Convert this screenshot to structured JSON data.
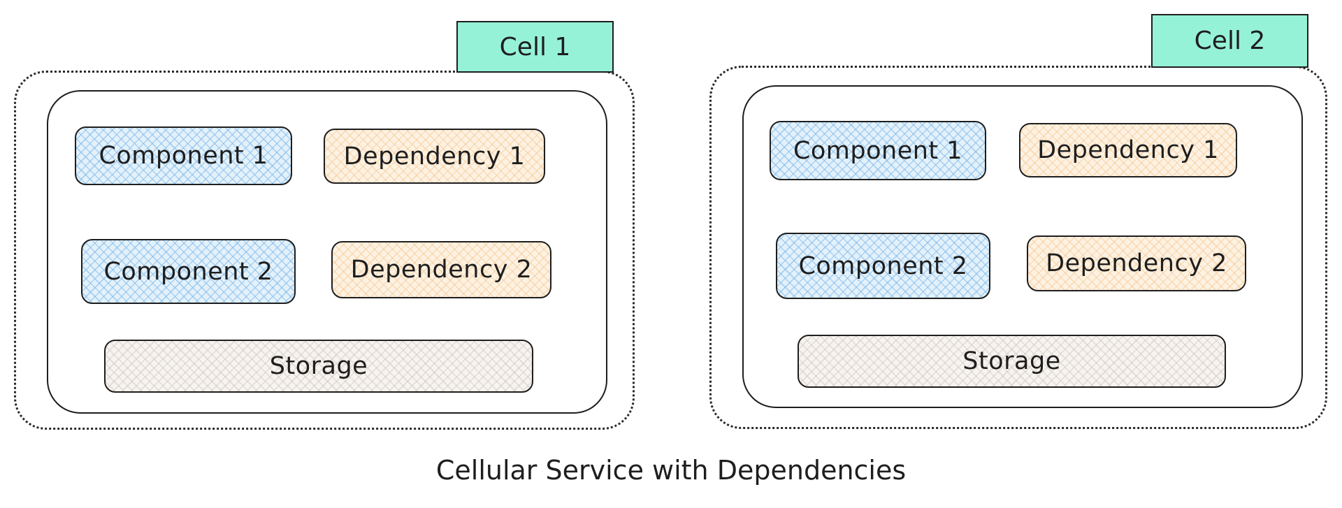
{
  "diagram": {
    "caption": "Cellular Service with Dependencies",
    "colors": {
      "cell_tag": "#96f2d7",
      "component": "#a5d8ff",
      "dependency": "#ffd8a8",
      "storage": "#e9e2dc",
      "stroke": "#1e1e1e"
    },
    "cells": [
      {
        "label": "Cell 1",
        "components": [
          "Component 1",
          "Component 2"
        ],
        "dependencies": [
          "Dependency 1",
          "Dependency 2"
        ],
        "storage": "Storage"
      },
      {
        "label": "Cell 2",
        "components": [
          "Component 1",
          "Component 2"
        ],
        "dependencies": [
          "Dependency 1",
          "Dependency 2"
        ],
        "storage": "Storage"
      }
    ]
  }
}
